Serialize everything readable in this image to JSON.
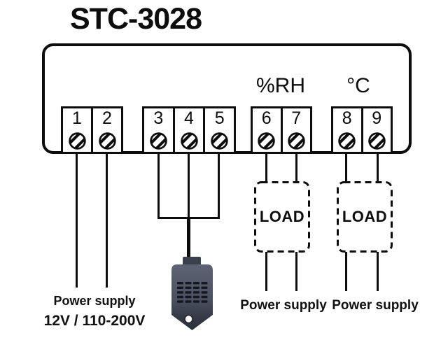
{
  "title": "STC-3028",
  "controller": {
    "humidity_label": "%RH",
    "temperature_label": "°C",
    "terminal_groups": [
      {
        "name": "power-input",
        "terminals": [
          "1",
          "2"
        ]
      },
      {
        "name": "sensor-input",
        "terminals": [
          "3",
          "4",
          "5"
        ]
      },
      {
        "name": "humidity-output",
        "terminals": [
          "6",
          "7"
        ]
      },
      {
        "name": "temperature-output",
        "terminals": [
          "8",
          "9"
        ]
      }
    ]
  },
  "labels": {
    "load_humidity": "LOAD",
    "load_temperature": "LOAD",
    "power_supply_main": "Power supply",
    "power_supply_voltage": "12V / 110-200V",
    "power_supply_humidity": "Power supply",
    "power_supply_temperature": "Power supply"
  },
  "icons": {
    "terminal_screw": "screw-icon",
    "sensor": "humidity-sensor-probe"
  },
  "colors": {
    "line": "#0d0d0d",
    "background": "#ffffff",
    "sensor_body_light": "#5a6070",
    "sensor_body_dark": "#30343e",
    "sensor_vent": "#14171e"
  }
}
